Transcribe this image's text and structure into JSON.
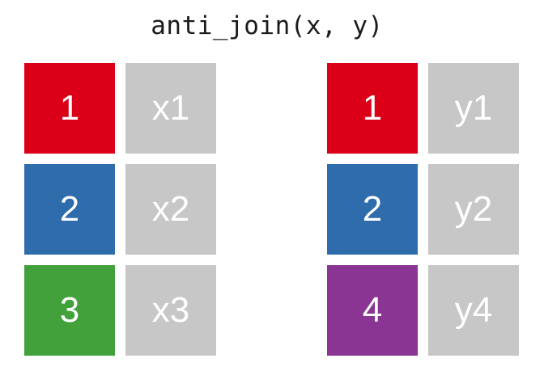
{
  "title": "anti_join(x, y)",
  "colors": {
    "key_red": "#db0018",
    "key_blue": "#2e6cac",
    "key_green": "#43a13c",
    "key_purple": "#8a3493",
    "value_gray": "#c7c7c7",
    "cell_text": "#ffffff",
    "title_text": "#1b1b1b",
    "background": "#ffffff"
  },
  "tables": {
    "x": {
      "rows": [
        {
          "key": "1",
          "key_color": "#db0018",
          "value": "x1",
          "value_color": "#c7c7c7"
        },
        {
          "key": "2",
          "key_color": "#2e6cac",
          "value": "x2",
          "value_color": "#c7c7c7"
        },
        {
          "key": "3",
          "key_color": "#43a13c",
          "value": "x3",
          "value_color": "#c7c7c7"
        }
      ]
    },
    "y": {
      "rows": [
        {
          "key": "1",
          "key_color": "#db0018",
          "value": "y1",
          "value_color": "#c7c7c7"
        },
        {
          "key": "2",
          "key_color": "#2e6cac",
          "value": "y2",
          "value_color": "#c7c7c7"
        },
        {
          "key": "4",
          "key_color": "#8a3493",
          "value": "y4",
          "value_color": "#c7c7c7"
        }
      ]
    }
  }
}
